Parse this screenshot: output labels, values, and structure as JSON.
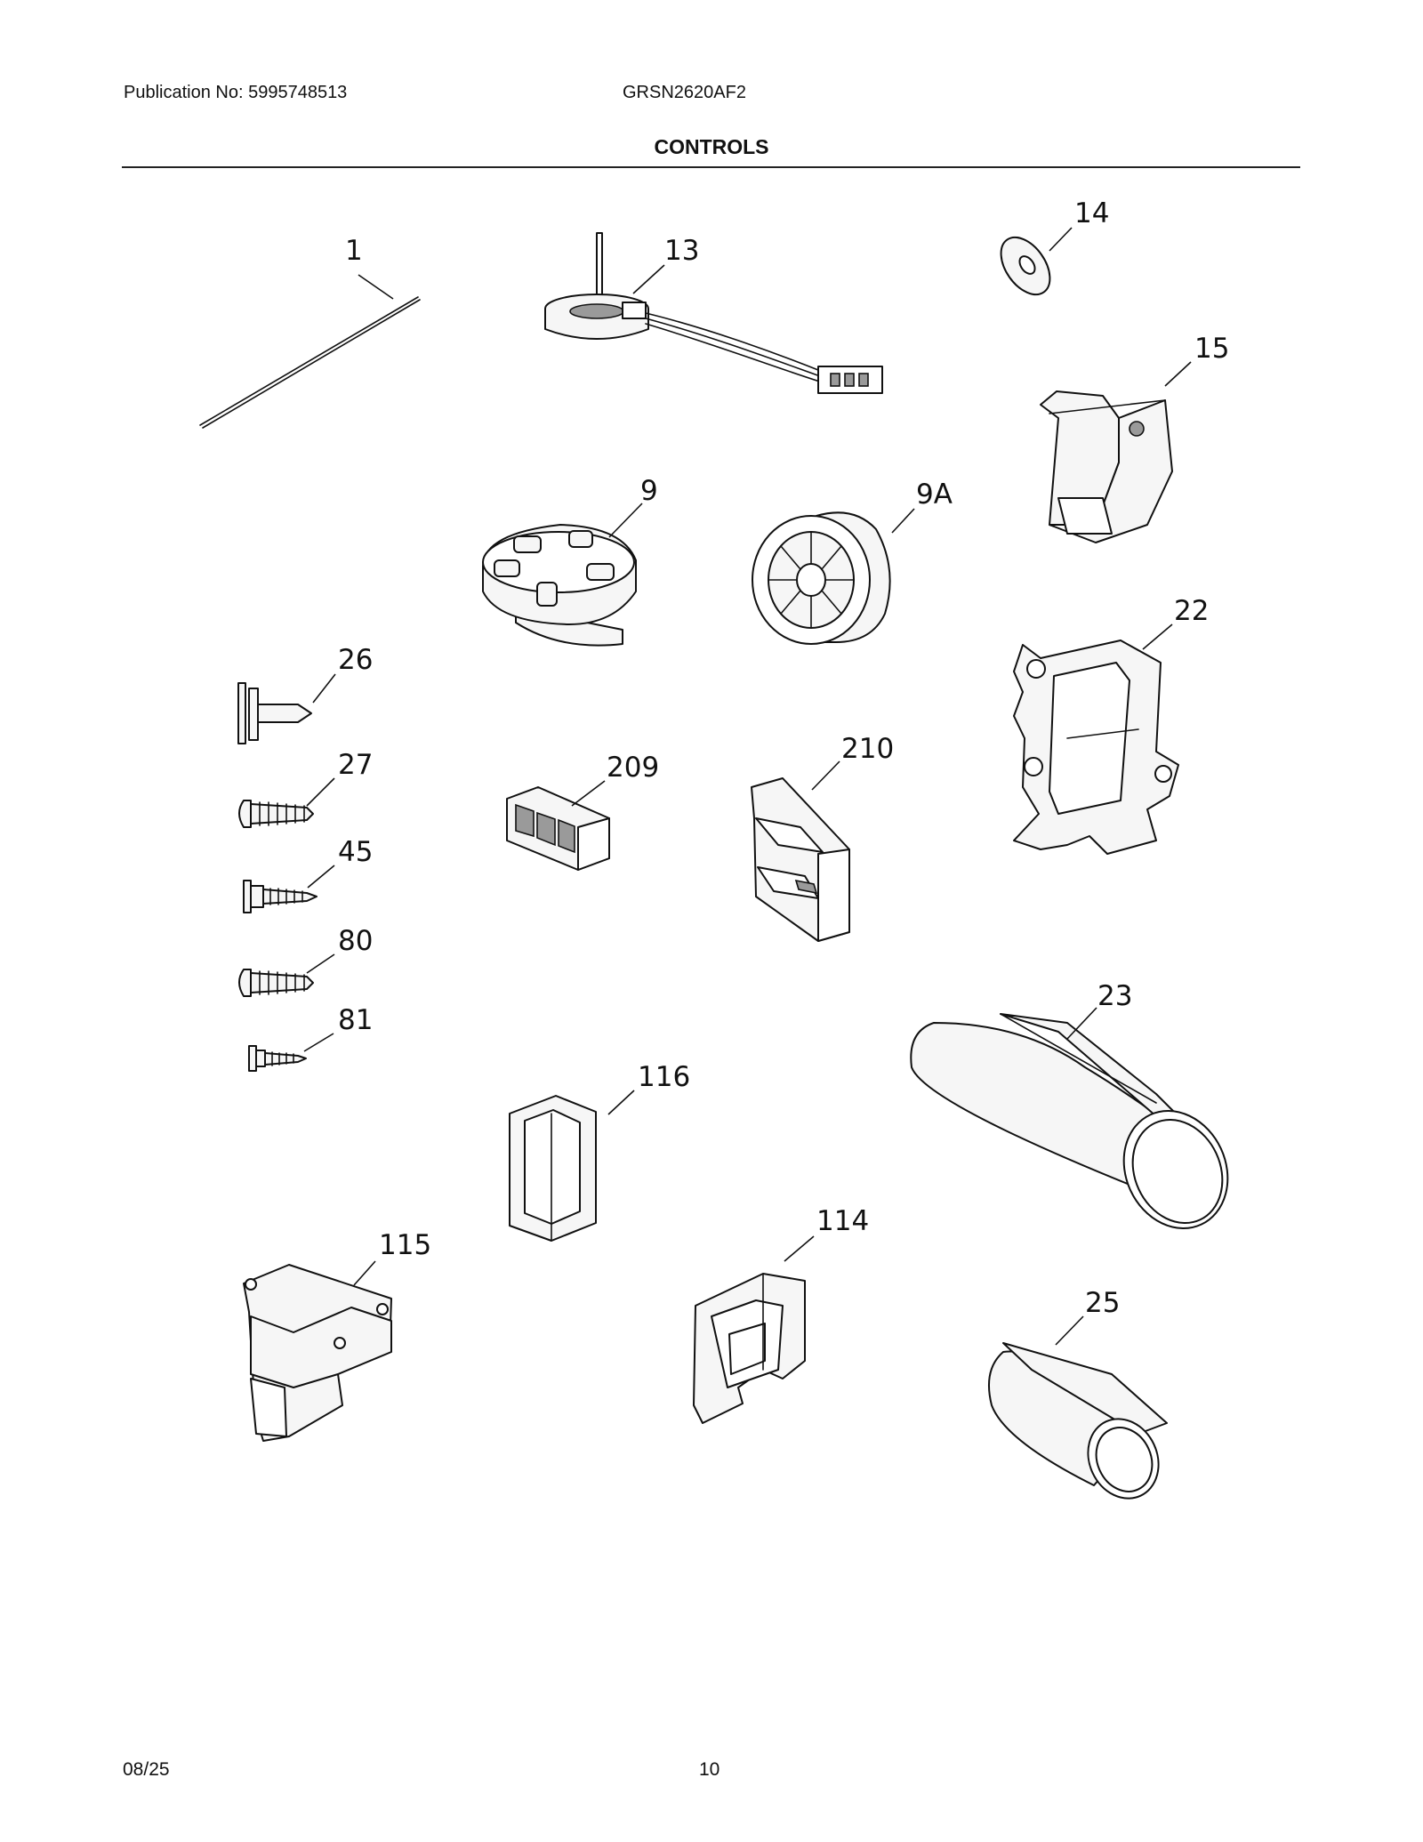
{
  "header": {
    "publication": "Publication No: 5995748513",
    "model": "GRSN2620AF2",
    "title": "CONTROLS"
  },
  "footer": {
    "date": "08/25",
    "page": "10"
  },
  "callouts": {
    "p1": "1",
    "p13": "13",
    "p14": "14",
    "p15": "15",
    "p9": "9",
    "p9a": "9A",
    "p22": "22",
    "p26": "26",
    "p27": "27",
    "p45": "45",
    "p80": "80",
    "p81": "81",
    "p209": "209",
    "p210": "210",
    "p23": "23",
    "p116": "116",
    "p114": "114",
    "p115": "115",
    "p25": "25"
  }
}
